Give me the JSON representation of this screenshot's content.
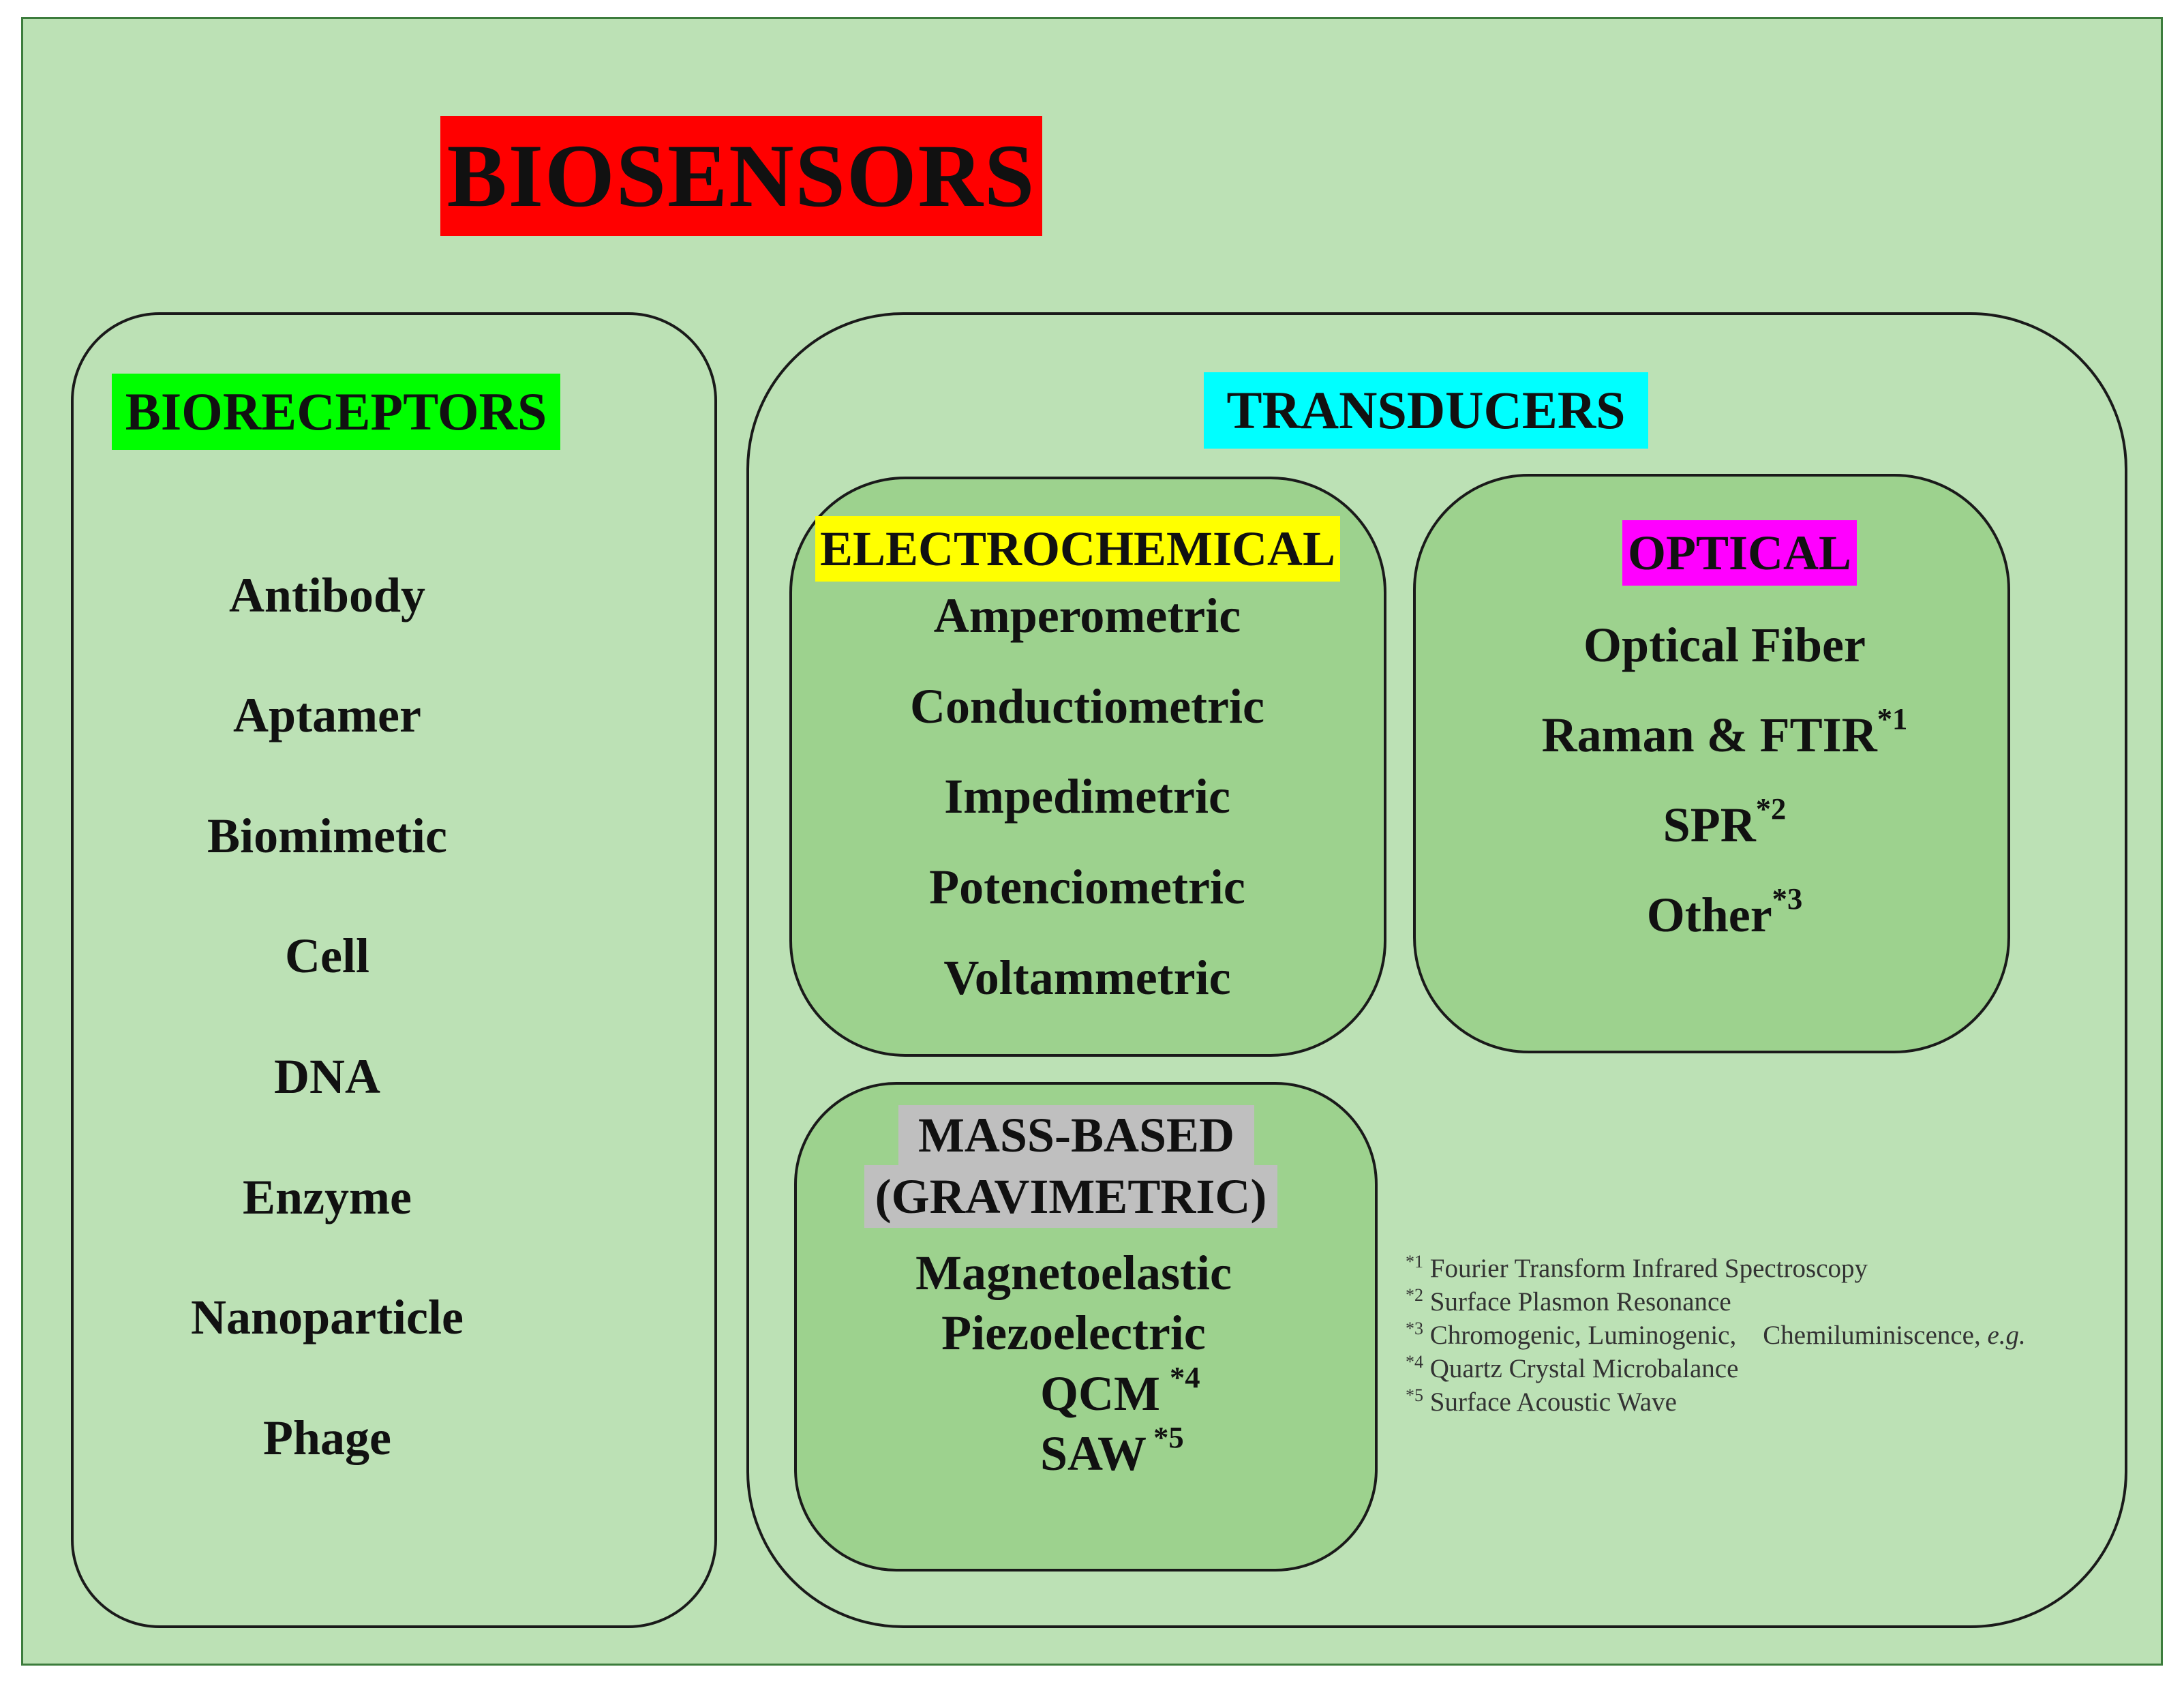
{
  "title": "BIOSENSORS",
  "colors": {
    "background": "#bce1b5",
    "inner_box": "#9dd28e",
    "title_bg": "#ff0000",
    "bioreceptors_bg": "#00ff00",
    "transducers_bg": "#00ffff",
    "electrochemical_bg": "#ffff00",
    "optical_bg": "#ff00ff",
    "mass_based_bg": "#bfbfbf"
  },
  "bioreceptors": {
    "heading": "BIORECEPTORS",
    "items": [
      "Antibody",
      "Aptamer",
      "Biomimetic",
      "Cell",
      "DNA",
      "Enzyme",
      "Nanoparticle",
      "Phage"
    ]
  },
  "transducers": {
    "heading": "TRANSDUCERS",
    "electrochemical": {
      "heading": "ELECTROCHEMICAL",
      "items": [
        "Amperometric",
        "Conductiometric",
        "Impedimetric",
        "Potenciometric",
        "Voltammetric"
      ]
    },
    "optical": {
      "heading": "OPTICAL",
      "items": [
        {
          "text": "Optical Fiber",
          "mark": ""
        },
        {
          "text": "Raman & FTIR",
          "mark": "*1"
        },
        {
          "text": "SPR",
          "mark": "*2"
        },
        {
          "text": "Other",
          "mark": "*3"
        }
      ]
    },
    "mass_based": {
      "heading_line1": "MASS-BASED",
      "heading_line2": "(GRAVIMETRIC)",
      "items": [
        {
          "text": "Magnetoelastic",
          "mark": ""
        },
        {
          "text": "Piezoelectric",
          "mark": ""
        },
        {
          "text": "QCM",
          "mark": "*4"
        },
        {
          "text": "SAW",
          "mark": "*5"
        }
      ]
    }
  },
  "footnotes": [
    {
      "mark": "*1",
      "text": "Fourier Transform Infrared Spectroscopy"
    },
    {
      "mark": "*2",
      "text": "Surface Plasmon Resonance"
    },
    {
      "mark": "*3",
      "text": "Chromogenic, Luminogenic,    Chemiluminiscence, ",
      "tail": "e.g."
    },
    {
      "mark": "*4",
      "text": "Quartz Crystal Microbalance"
    },
    {
      "mark": "*5",
      "text": "Surface Acoustic Wave"
    }
  ]
}
